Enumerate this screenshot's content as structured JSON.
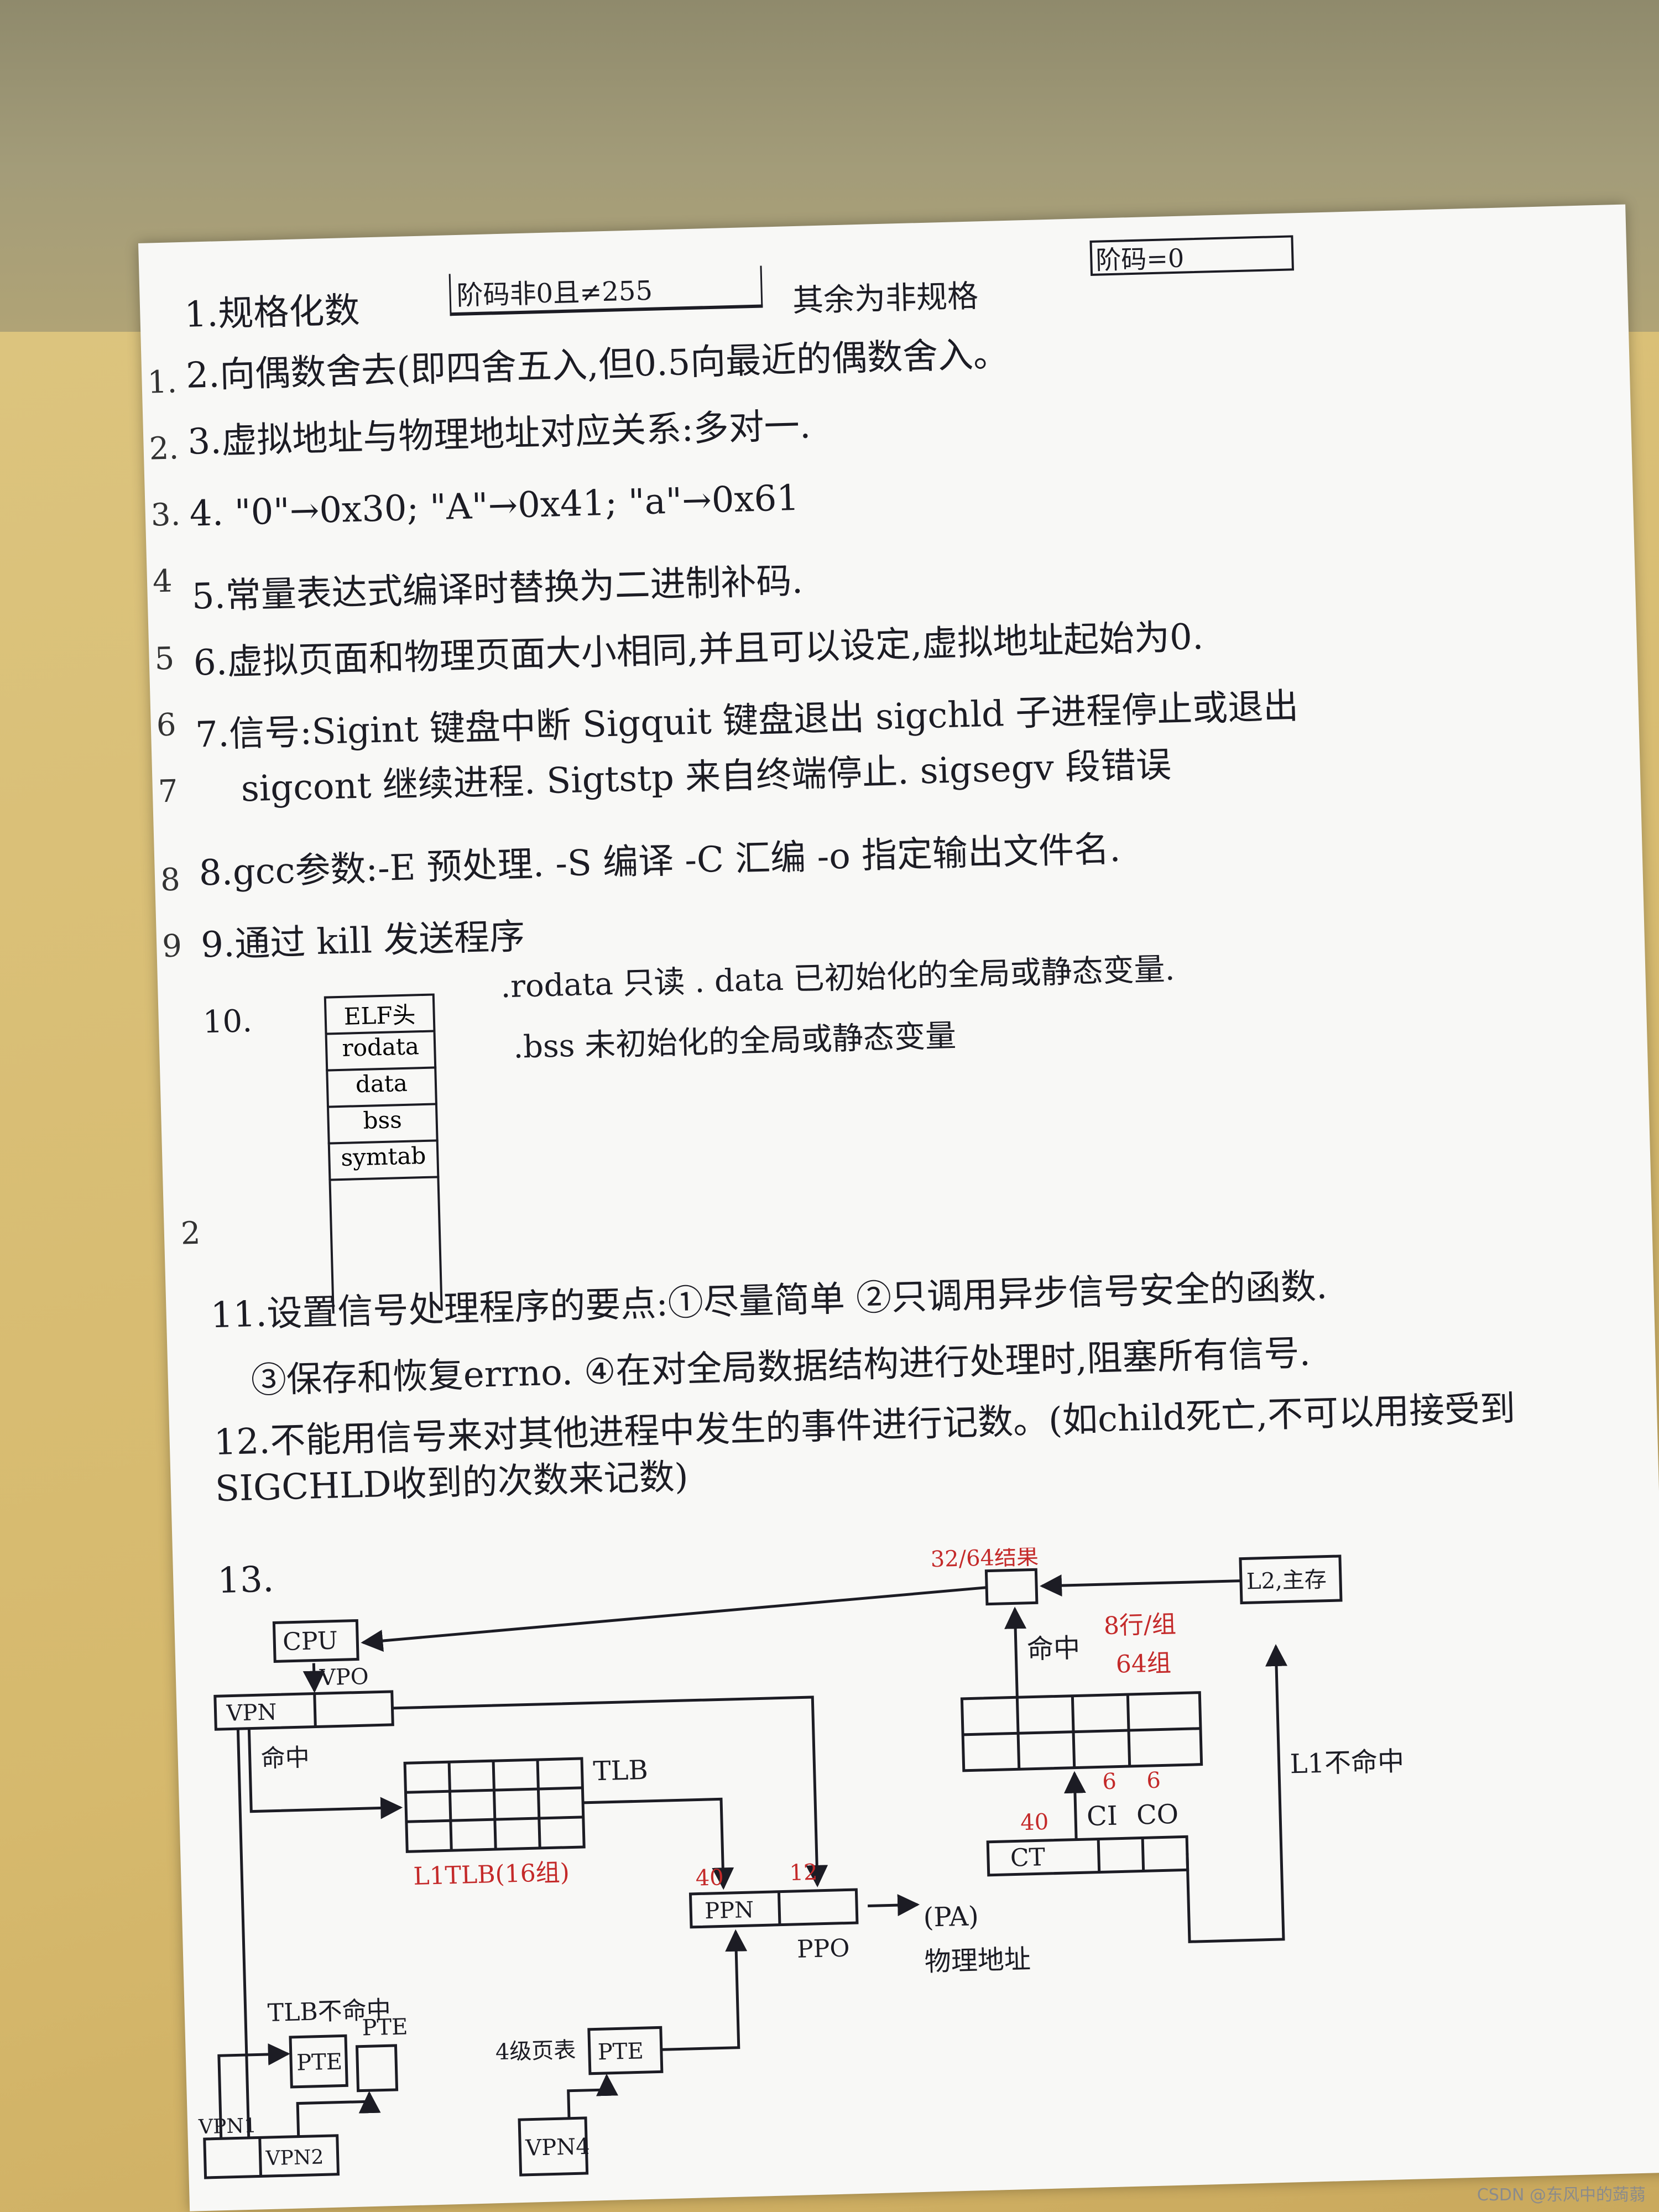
{
  "notes": [
    "1.规格化数",
    "2.向偶数舍去(即四舍五入,但0.5向最近的偶数舍入。",
    "3.虚拟地址与物理地址对应关系:多对一.",
    "4. \"0\"→0x30; \"A\"→0x41; \"a\"→0x61",
    "5.常量表达式编译时替换为二进制补码.",
    "6.虚拟页面和物理页面大小相同,并且可以设定,虚拟地址起始为0.",
    "7.信号:Sigint 键盘中断 Sigquit 键盘退出 sigchld 子进程停止或退出",
    "sigcont 继续进程. Sigtstp 来自终端停止. sigsegv 段错误",
    "8.gcc参数:-E 预处理. -S 编译  -C 汇编  -o 指定输出文件名.",
    "9.通过 kill 发送程序",
    "10.",
    "11.设置信号处理程序的要点:①尽量简单 ②只调用异步信号安全的函数.",
    "③保存和恢复errno. ④在对全局数据结构进行处理时,阻塞所有信号.",
    "12.不能用信号来对其他进程中发生的事件进行记数。(如child死亡,不可以用接受到SIGCHLD收到的次数来记数)",
    "13."
  ],
  "q1_boxes": {
    "normalized": "阶码非0且≠255",
    "other": "其余为非规格",
    "zero": "阶码=0"
  },
  "q10_sections": [
    "ELF头",
    "rodata",
    "data",
    "bss",
    "symtab"
  ],
  "q10_notes": [
    ".rodata 只读 . data 已初始化的全局或静态变量.",
    ".bss 未初始化的全局或静态变量"
  ],
  "margin_numbers": [
    "1.",
    "2.",
    "3.",
    "4",
    "5",
    "6",
    "7",
    "8",
    "9",
    "2"
  ],
  "diagram": {
    "cpu": "CPU",
    "vpn": "VPN",
    "vpo": "VPO",
    "hit": "命中",
    "tlb": "TLB",
    "l1tlb": "L1TLB(16组)",
    "ppn_bits": "40",
    "ppo_bits": "12",
    "ppn": "PPN",
    "ppo": "PPO",
    "pa": "(PA)",
    "physical_address": "物理地址",
    "tlb_miss": "TLB不命中",
    "pte": "PTE",
    "pte_label": "PTE",
    "page_table_4": "4级页表",
    "vpn1": "VPN1",
    "vpn2": "VPN2",
    "vpn4": "VPN4",
    "result": "32/64结果",
    "l2": "L2,主存",
    "l1_hit": "命中",
    "assoc": "8行/组",
    "sets": "64组",
    "ct_bits": "40",
    "ci_bits": "6",
    "co_bits": "6",
    "ci": "CI",
    "co": "CO",
    "ct": "CT",
    "l1_miss": "L1不命中"
  },
  "watermark": "CSDN @东风中的蒟蒻",
  "colors": {
    "ink": "#1c1c24",
    "red_ink": "#c42a2a",
    "blue_ink": "#2236a8",
    "paper": "#f8f8f6",
    "desk": "#d6b96d"
  }
}
